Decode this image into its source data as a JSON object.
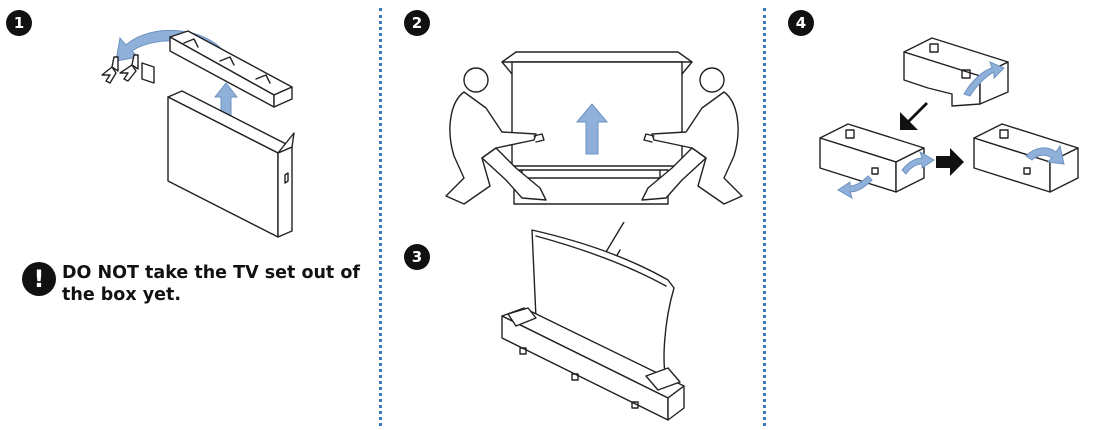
{
  "steps": [
    {
      "number": "1",
      "icon": "step-1-badge"
    },
    {
      "number": "2",
      "icon": "step-2-badge"
    },
    {
      "number": "3",
      "icon": "step-3-badge"
    },
    {
      "number": "4",
      "icon": "step-4-badge"
    }
  ],
  "warning": {
    "icon": "exclamation",
    "symbol": "!",
    "text": "DO NOT take the TV set out of the box yet."
  },
  "colors": {
    "arrow": "#8fb0d8",
    "divider": "#3a78c0",
    "badge": "#111111"
  }
}
